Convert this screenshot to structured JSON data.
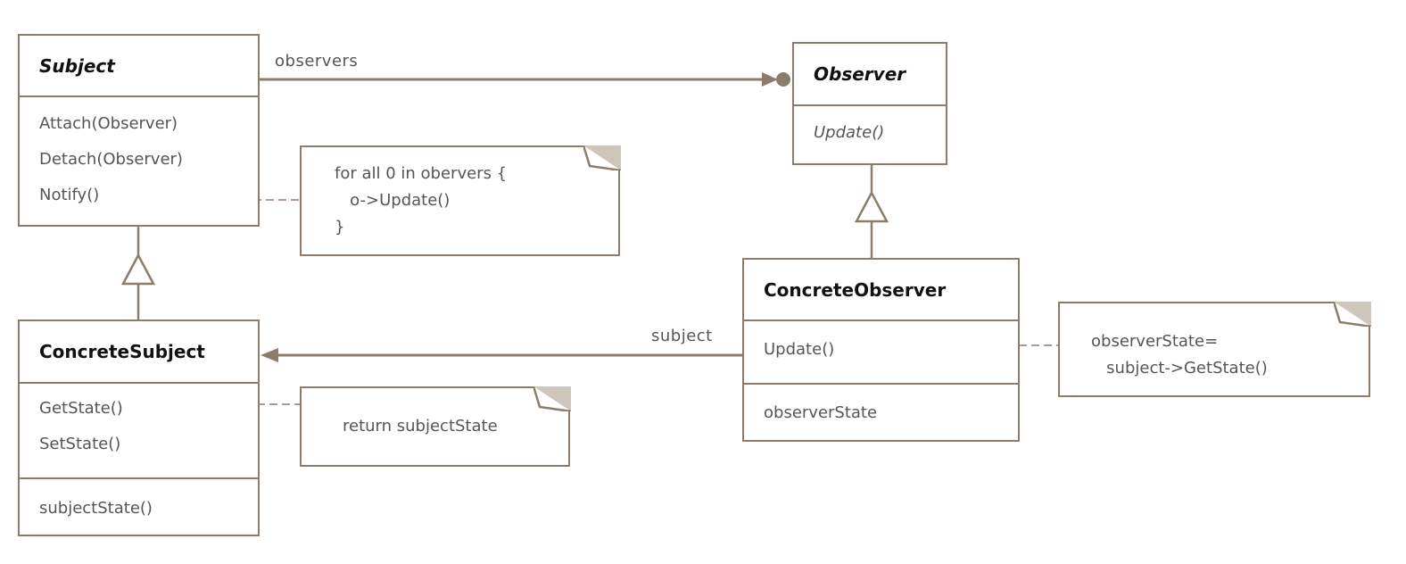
{
  "classes": {
    "subject": {
      "name": "Subject",
      "methods": [
        "Attach(Observer)",
        "Detach(Observer)",
        "Notify()"
      ]
    },
    "concrete_subject": {
      "name": "ConcreteSubject",
      "methods": [
        "GetState()",
        "SetState()"
      ],
      "attributes": [
        "subjectState()"
      ]
    },
    "observer": {
      "name": "Observer",
      "methods": [
        "Update()"
      ]
    },
    "concrete_observer": {
      "name": "ConcreteObserver",
      "methods": [
        "Update()"
      ],
      "attributes": [
        "observerState"
      ]
    }
  },
  "notes": {
    "notify": [
      "for all 0 in obervers {",
      "   o->Update()",
      "}"
    ],
    "getstate": [
      "return subjectState"
    ],
    "update": [
      "observerState=",
      "   subject->GetState()"
    ]
  },
  "labels": {
    "observers": "observers",
    "subject": "subject"
  },
  "colors": {
    "stroke": "#8b7d6b",
    "fold_fill": "#cfc6bb"
  }
}
